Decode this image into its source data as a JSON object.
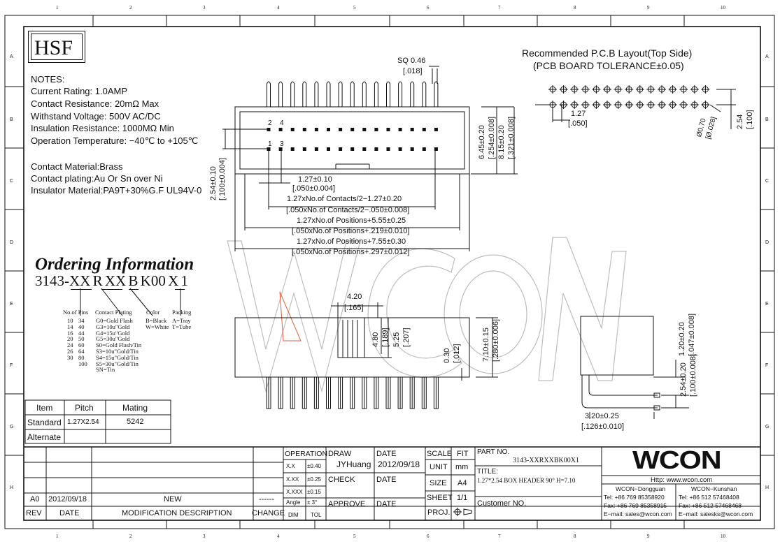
{
  "logo": "HSF",
  "notes": {
    "heading": "NOTES:",
    "lines": [
      "Current Rating: 1.0AMP",
      "Contact Resistance: 20mΩ Max",
      "Withstand Voltage: 500V AC/DC",
      "Insulation Resistance: 1000MΩ Min",
      "Operation Temperature: −40℃ to +105℃"
    ],
    "material_lines": [
      "Contact Material:Brass",
      "Contact plating:Au Or Sn over Ni",
      "Insulator Material:PA9T+30%G.F UL94V-0"
    ]
  },
  "ordering": {
    "title": "Ordering Information",
    "code": "3143-XX R XX B K00 X 1",
    "pins_label": "No.of Pins",
    "pins_col1": [
      "10",
      "14",
      "16",
      "20",
      "24",
      "26",
      "30"
    ],
    "pins_col2": [
      "34",
      "40",
      "44",
      "50",
      "60",
      "64",
      "80",
      "100"
    ],
    "plating_label": "Contact Plating",
    "plating": [
      "G0=Gold Flash",
      "G3=10u\"Gold",
      "G4=15u\"Gold",
      "G5=30u\"Gold",
      "S0=Gold Flash/Tin",
      "S3=10u\"Gold/Tin",
      "S4=15u\"Gold/Tin",
      "S5=30u\"Gold/Tin",
      "SN=Tin"
    ],
    "color_label": "Color",
    "colors": [
      "B=Black",
      "W=White"
    ],
    "packing_label": "Packing",
    "packing": [
      "A=Tray",
      "T=Tube"
    ]
  },
  "pitch_table": {
    "headers": [
      "Item",
      "Pitch",
      "Mating"
    ],
    "rows": [
      [
        "Standard",
        "1.27X2.54",
        "5242"
      ],
      [
        "Alternate",
        "",
        ""
      ]
    ]
  },
  "pcb_layout": {
    "title": "Recommended P.C.B Layout(Top Side)",
    "subtitle": "(PCB BOARD TOLERANCE±0.05)",
    "dim_pitch": "1.27",
    "dim_pitch_in": "[.050]",
    "dim_hole": "Ø0.70",
    "dim_hole_in": "[Ø.028]",
    "dim_row": "2.54",
    "dim_row_in": "[.100]"
  },
  "top_view": {
    "sq": "SQ 0.46",
    "sq_in": "[.018]",
    "pin2": "2",
    "pin4": "4",
    "pin1": "1",
    "pin3": "3",
    "d_pitch": "1.27±0.10",
    "d_pitch_in": "[.050±0.004]",
    "d_contacts": "1.27xNo.of Contacts/2−1.27±0.20",
    "d_contacts_in": "[.050xNo.of Contacts/2−.050±0.008]",
    "d_positions": "1.27xNo.of Positions+5.55±0.25",
    "d_positions_in": "[.050xNo.of Positions+.219±0.010]",
    "d_overall": "1.27xNo.of Positions+7.55±0.30",
    "d_overall_in": "[.050xNo.of Positions+.297±0.012]",
    "d_row": "2.54±0.10",
    "d_row_in": "[.100±0.004]",
    "d_h1": "6.45±0.20",
    "d_h1_in": "[.254±0.008]",
    "d_h2": "8.15±0.20",
    "d_h2_in": "[.321±0.008]"
  },
  "front_view": {
    "d_width": "4.20",
    "d_width_in": "[.165]",
    "d_480": "4.80",
    "d_480_in": "[.189]",
    "d_525": "5.25",
    "d_525_in": "[.207]",
    "d_030": "0.30",
    "d_030_in": "[.012]",
    "d_710": "7.10±0.15",
    "d_710_in": "[.280±0.006]"
  },
  "side_view": {
    "d_120": "1.20±0.20",
    "d_120_in": "[.047±0.008]",
    "d_254": "2.54±0.20",
    "d_254_in": "[.100±0.008]",
    "d_320": "3.20±0.25",
    "d_320_in": "[.126±0.010]"
  },
  "title_block": {
    "rev_row": {
      "rev": "A0",
      "date": "2012/09/18",
      "desc": "NEW",
      "change": "------"
    },
    "rev_head": {
      "rev": "REV",
      "date": "DATE",
      "desc": "MODIFICATION DESCRIPTION",
      "change": "CHANGE"
    },
    "operation": "OPERATION",
    "tol": [
      [
        "X.X",
        "±0.40"
      ],
      [
        "X.XX",
        "±0.25"
      ],
      [
        "X.XXX",
        "±0.15"
      ],
      [
        "Angle",
        "± 3°"
      ]
    ],
    "dim": "DIM",
    "tol_label": "TOL",
    "draw": "DRAW",
    "drawer": "JYHuang",
    "check": "CHECK",
    "approve": "APPROVE",
    "date_label": "DATE",
    "draw_date": "2012/09/18",
    "scale": "SCALE",
    "scale_val": "FIT",
    "unit": "UNIT",
    "unit_val": "mm",
    "size": "SIZE",
    "size_val": "A4",
    "sheet": "SHEET",
    "sheet_val": "1/1",
    "proj": "PROJ.",
    "part_no_label": "PART NO.",
    "part_no": "3143-XXRXXBK00X1",
    "title_label": "TITLE:",
    "title": "1.27*2.54 BOX HEADER 90° H=7.10",
    "customer": "Customer NO."
  },
  "company": {
    "logo": "WCON",
    "web": "Http: www.wcon.com",
    "dg_name": "WCON−Dongguan",
    "dg_tel": "Tel: +86 769 85358920",
    "dg_fax": "Fax: +86 769 85358915",
    "dg_mail": "E−mail: sales@wcon.com",
    "ks_name": "WCON−Kunshan",
    "ks_tel": "Tel: +86 512 57468408",
    "ks_fax": "Fax: +86 512 57468468",
    "ks_mail": "E−mail: salesks@wcon.com"
  },
  "border": {
    "cols": [
      "1",
      "2",
      "3",
      "4",
      "5",
      "6",
      "7",
      "8",
      "9",
      "10"
    ],
    "rows": [
      "A",
      "B",
      "C",
      "D",
      "E",
      "F",
      "G",
      "H"
    ]
  },
  "colors": {
    "line": "#111111",
    "watermark": "#9a9a9a",
    "accent": "#e06040"
  }
}
